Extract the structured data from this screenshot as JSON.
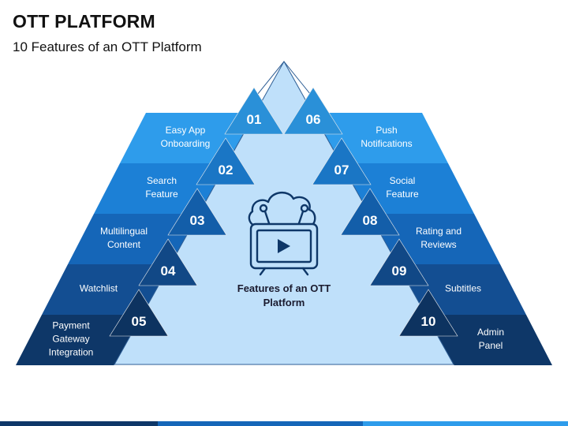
{
  "title": "OTT PLATFORM",
  "subtitle": "10 Features of an OTT Platform",
  "center_label": "Features of an OTT Platform",
  "center_icon": "tv-cloud-network-icon",
  "left_features": [
    {
      "number": "01",
      "label": "Easy App\nOnboarding",
      "color": "#2E9CEB"
    },
    {
      "number": "02",
      "label": "Search\nFeature",
      "color": "#1C80D6"
    },
    {
      "number": "03",
      "label": "Multilingual\nContent",
      "color": "#1566B8"
    },
    {
      "number": "04",
      "label": "Watchlist",
      "color": "#134E92"
    },
    {
      "number": "05",
      "label": "Payment\nGateway\nIntegration",
      "color": "#0E3768"
    }
  ],
  "right_features": [
    {
      "number": "06",
      "label": "Push\nNotifications",
      "color": "#2E9CEB"
    },
    {
      "number": "07",
      "label": "Social\nFeature",
      "color": "#1C80D6"
    },
    {
      "number": "08",
      "label": "Rating and\nReviews",
      "color": "#1566B8"
    },
    {
      "number": "09",
      "label": "Subtitles",
      "color": "#134E92"
    },
    {
      "number": "10",
      "label": "Admin\nPanel",
      "color": "#0E3768"
    }
  ],
  "colors": {
    "inner": "#BFE0FA",
    "text": "#1a1a2e",
    "icon": "#0E3768"
  }
}
